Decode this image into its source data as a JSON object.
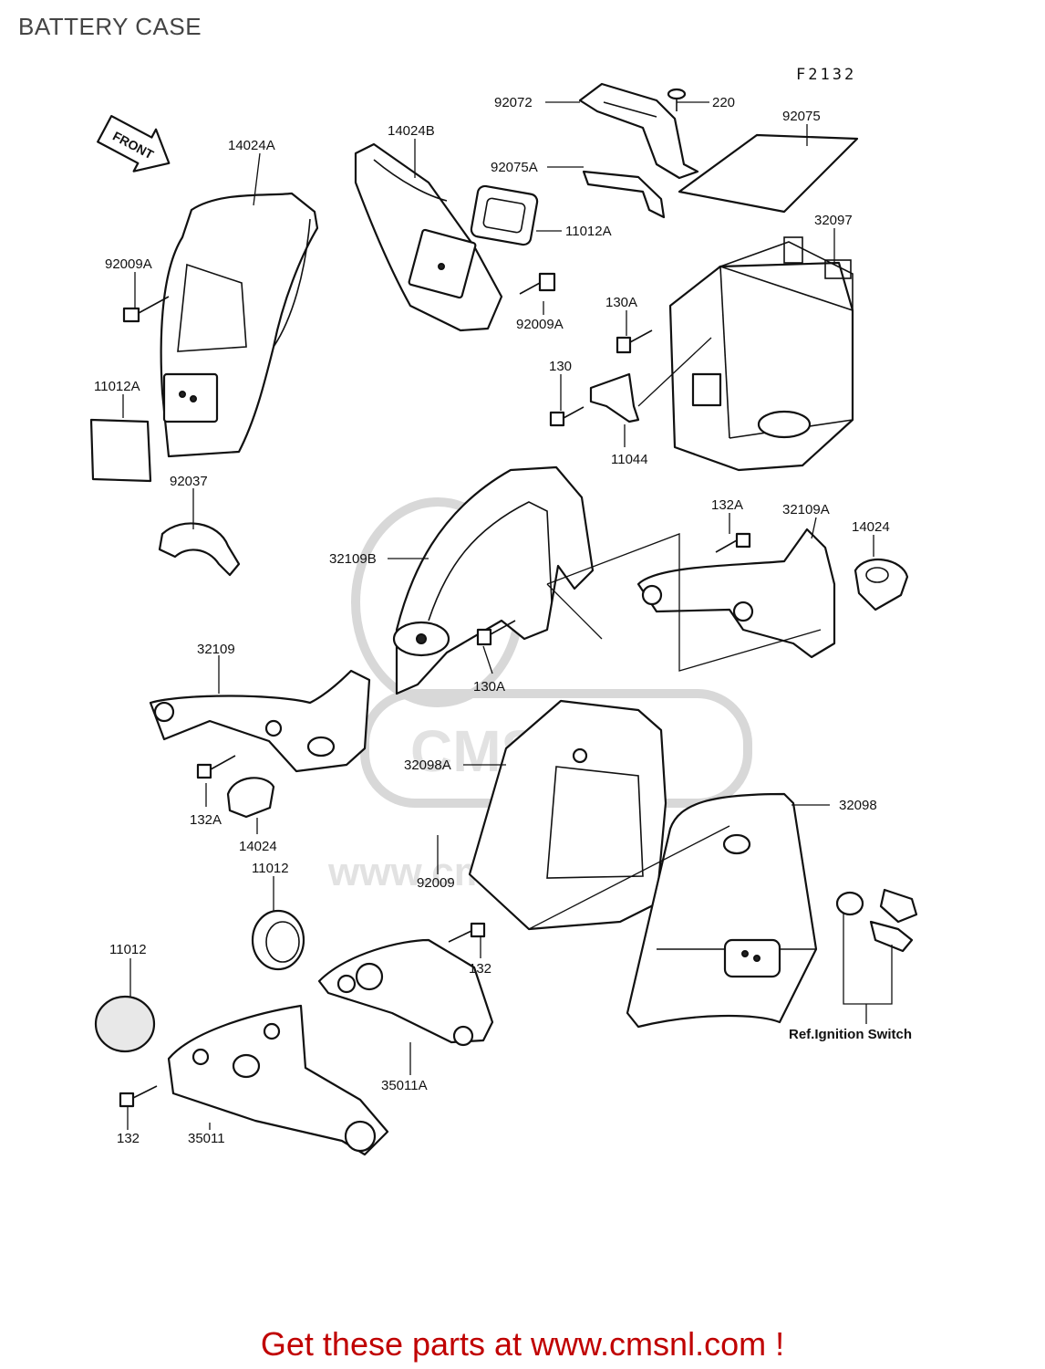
{
  "header": {
    "title": "BATTERY CASE",
    "figure_code": "F2132"
  },
  "arrow": {
    "label": "FRONT"
  },
  "watermark": {
    "text": "www.cmsnl.com",
    "logo": "CMS"
  },
  "labels": {
    "l_92072": "92072",
    "l_220": "220",
    "l_92075": "92075",
    "l_92075A": "92075A",
    "l_14024B": "14024B",
    "l_14024A": "14024A",
    "l_11012A_top": "11012A",
    "l_32097": "32097",
    "l_92009A_left": "92009A",
    "l_92009A_mid": "92009A",
    "l_130A_top": "130A",
    "l_130": "130",
    "l_11044": "11044",
    "l_11012A_left": "11012A",
    "l_92037": "92037",
    "l_132A_top": "132A",
    "l_32109A": "32109A",
    "l_14024_right": "14024",
    "l_32109B": "32109B",
    "l_130A_mid": "130A",
    "l_32109": "32109",
    "l_32098A": "32098A",
    "l_32098": "32098",
    "l_132A_left": "132A",
    "l_14024_left": "14024",
    "l_11012_mid": "11012",
    "l_92009": "92009",
    "l_132_mid": "132",
    "l_11012_left": "11012",
    "l_35011A": "35011A",
    "l_ref": "Ref.Ignition Switch",
    "l_132_bottom": "132",
    "l_35011": "35011"
  },
  "footer": {
    "cta": "Get these parts at www.cmsnl.com !"
  },
  "colors": {
    "cta": "#c00000",
    "line": "#111111",
    "watermark": "#d8d8d8"
  }
}
